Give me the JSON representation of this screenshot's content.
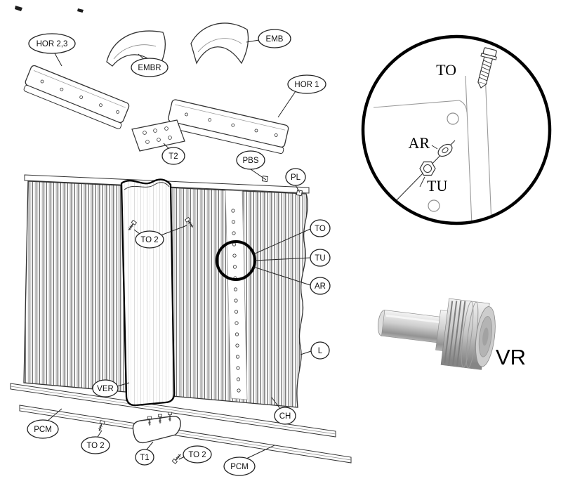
{
  "figure": {
    "kind": "exploded-assembly-diagram",
    "background": "#ffffff",
    "line_color": "#2a2a2a",
    "callouts": {
      "hor23": "HOR 2,3",
      "embr": "EMBR",
      "emb": "EMB",
      "hor1": "HOR 1",
      "t2": "T2",
      "pbs": "PBS",
      "pl": "PL",
      "to2": "TO 2",
      "to": "TO",
      "tu": "TU",
      "ar": "AR",
      "l": "L",
      "ver": "VER",
      "ch": "CH",
      "pcm": "PCM",
      "t1": "T1"
    },
    "detail_view": {
      "to": "TO",
      "ar": "AR",
      "tu": "TU"
    },
    "vr": {
      "label": "VR",
      "metal_light": "#efefef",
      "metal_dark": "#8b8b8b"
    }
  }
}
